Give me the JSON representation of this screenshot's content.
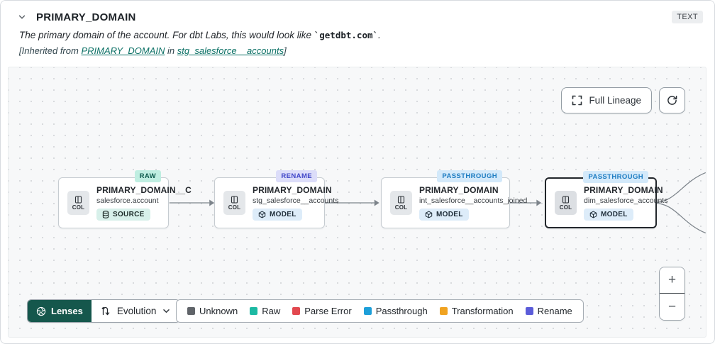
{
  "header": {
    "title": "PRIMARY_DOMAIN",
    "type_badge": "TEXT",
    "description_prefix": "The primary domain of the account. For dbt Labs, this would look like ",
    "description_code": "`getdbt.com`",
    "description_suffix": ".",
    "inherited": {
      "prefix": "[Inherited from ",
      "column_link": "PRIMARY_DOMAIN",
      "middle": " in ",
      "model_link": "stg_salesforce__accounts",
      "suffix": "]"
    }
  },
  "canvas_toolbar": {
    "full_lineage_label": "Full Lineage"
  },
  "canvas": {
    "nodes": [
      {
        "lens_badge": "RAW",
        "title": "PRIMARY_DOMAIN__C",
        "subtitle": "salesforce.account",
        "col_label": "COL",
        "resource_label": "SOURCE",
        "selected": false
      },
      {
        "lens_badge": "RENAME",
        "title": "PRIMARY_DOMAIN",
        "subtitle": "stg_salesforce__accounts",
        "col_label": "COL",
        "resource_label": "MODEL",
        "selected": false
      },
      {
        "lens_badge": "PASSTHROUGH",
        "title": "PRIMARY_DOMAIN",
        "subtitle": "int_salesforce__accounts_joined",
        "col_label": "COL",
        "resource_label": "MODEL",
        "selected": false
      },
      {
        "lens_badge": "PASSTHROUGH",
        "title": "PRIMARY_DOMAIN",
        "subtitle": "dim_salesforce_accounts",
        "col_label": "COL",
        "resource_label": "MODEL",
        "selected": true
      }
    ]
  },
  "footer": {
    "lenses_label": "Lenses",
    "lens_selected": "Evolution",
    "legend": [
      {
        "label": "Unknown",
        "color": "#606469"
      },
      {
        "label": "Raw",
        "color": "#1cb9a3"
      },
      {
        "label": "Parse Error",
        "color": "#e2484f"
      },
      {
        "label": "Passthrough",
        "color": "#1d9fd9"
      },
      {
        "label": "Transformation",
        "color": "#f0a321"
      },
      {
        "label": "Rename",
        "color": "#5b5cd9"
      }
    ]
  },
  "zoom_controls": {
    "zoom_in": "+",
    "zoom_out": "−"
  },
  "icons": {
    "header_chevron": "chevron-down",
    "full_lineage": "expand-corners",
    "refresh": "circular-arrow",
    "col_chip": "columns",
    "source": "database",
    "model": "cube",
    "lenses": "aperture",
    "evolution": "arrows-up-down",
    "dropdown": "chevron-down"
  }
}
